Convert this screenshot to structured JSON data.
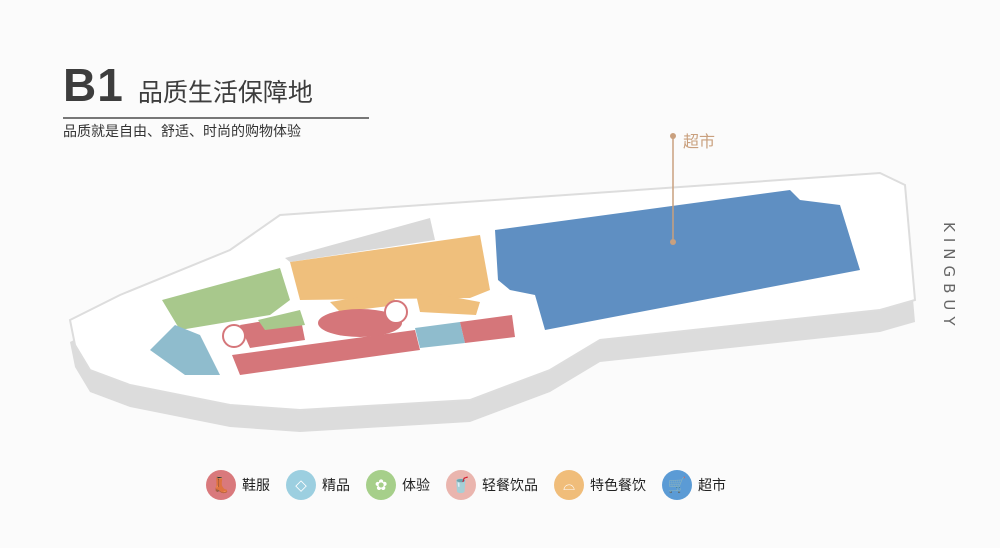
{
  "header": {
    "floor": "B1",
    "title": "品质生活保障地",
    "subtitle": "品质就是自由、舒适、时尚的购物体验"
  },
  "map": {
    "pin_label": "超市",
    "brand": "KINGBUY"
  },
  "legend": [
    {
      "label": "鞋服",
      "icon": "shoe-icon",
      "color": "#d9797c"
    },
    {
      "label": "精品",
      "icon": "diamond-icon",
      "color": "#9ccfe0"
    },
    {
      "label": "体验",
      "icon": "film-reel-icon",
      "color": "#a6cf8a"
    },
    {
      "label": "轻餐饮品",
      "icon": "drink-cup-icon",
      "color": "#eab5ae"
    },
    {
      "label": "特色餐饮",
      "icon": "food-cloche-icon",
      "color": "#f0bd7a"
    },
    {
      "label": "超市",
      "icon": "cart-icon",
      "color": "#5b9bd5"
    }
  ]
}
